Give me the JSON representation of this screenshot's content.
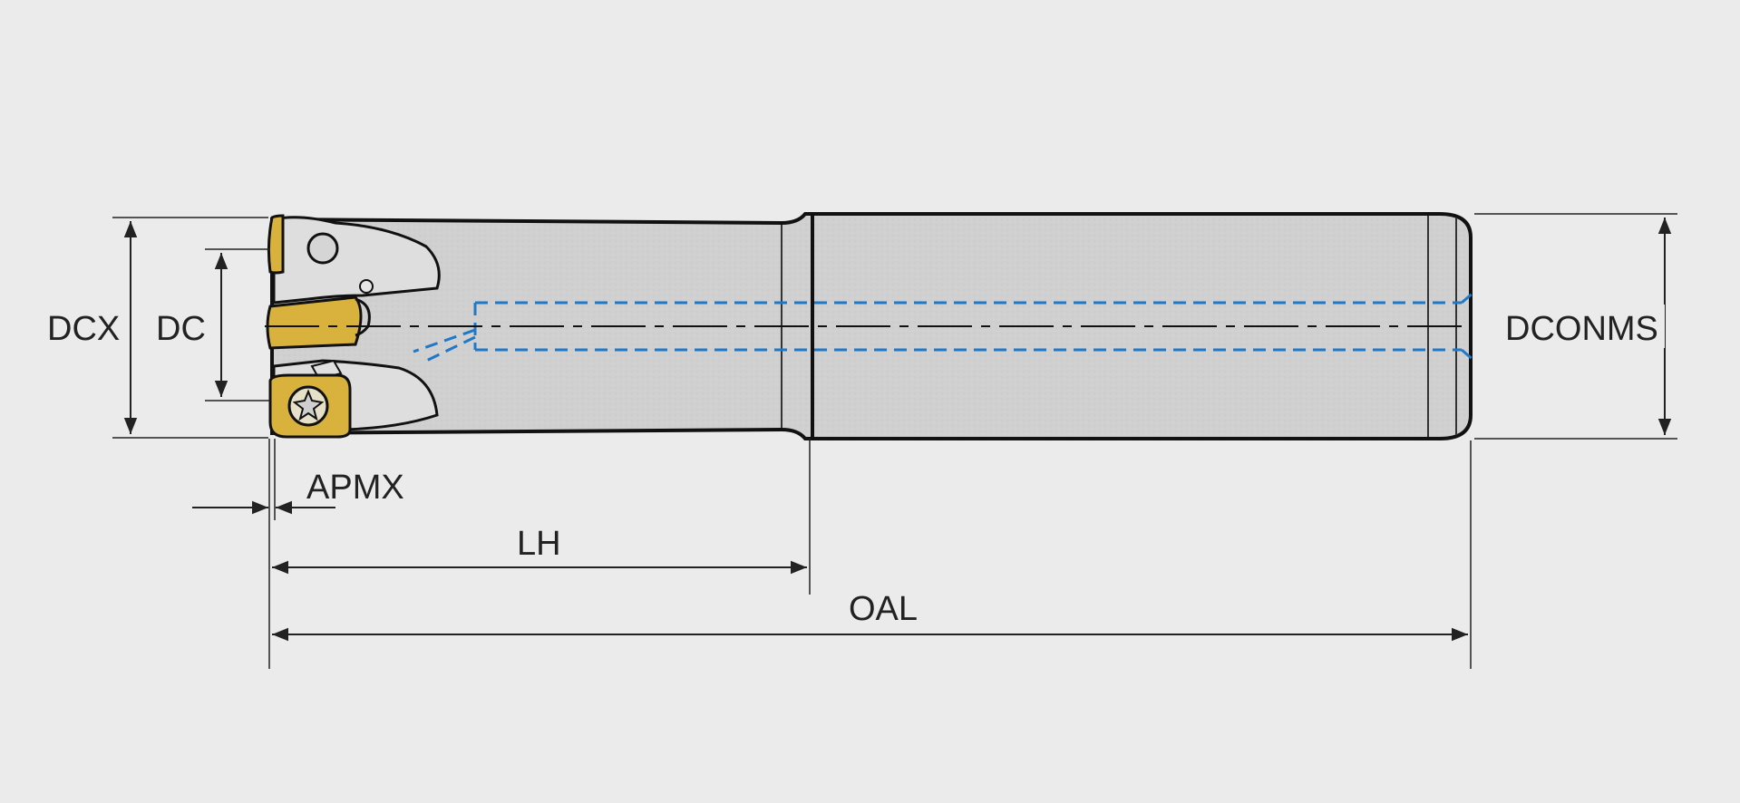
{
  "diagram": {
    "labels": {
      "dcx": "DCX",
      "dc": "DC",
      "dconms": "DCONMS",
      "apmx": "APMX",
      "lh": "LH",
      "oal": "OAL"
    },
    "colors": {
      "background": "#ebebeb",
      "body": "#d2d2d2",
      "outline": "#111111",
      "insert": "#d8b23c",
      "coolant": "#1f78c8",
      "dimension": "#222222"
    }
  }
}
